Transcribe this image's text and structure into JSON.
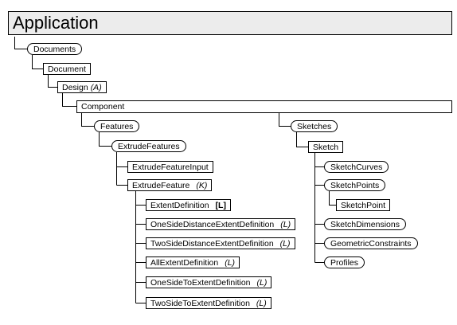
{
  "title": "Application",
  "nodes": {
    "application": {
      "label": "Application"
    },
    "documents": {
      "label": "Documents"
    },
    "document": {
      "label": "Document"
    },
    "design": {
      "label": "Design",
      "suffix": "(A)"
    },
    "component": {
      "label": "Component"
    },
    "features": {
      "label": "Features"
    },
    "extrude_features": {
      "label": "ExtrudeFeatures"
    },
    "extrude_feature_input": {
      "label": "ExtrudeFeatureInput"
    },
    "extrude_feature": {
      "label": "ExtrudeFeature",
      "suffix": "(K)"
    },
    "extent_definition": {
      "label": "ExtentDefinition",
      "suffix": "[L]"
    },
    "one_side_distance": {
      "label": "OneSideDistanceExtentDefinition",
      "suffix": "(L)"
    },
    "two_side_distance": {
      "label": "TwoSideDistanceExtentDefinition",
      "suffix": "(L)"
    },
    "all_extent": {
      "label": "AllExtentDefinition",
      "suffix": "(L)"
    },
    "one_side_to": {
      "label": "OneSideToExtentDefinition",
      "suffix": "(L)"
    },
    "two_side_to": {
      "label": "TwoSideToExtentDefinition",
      "suffix": "(L)"
    },
    "sketches": {
      "label": "Sketches"
    },
    "sketch": {
      "label": "Sketch"
    },
    "sketch_curves": {
      "label": "SketchCurves"
    },
    "sketch_points": {
      "label": "SketchPoints"
    },
    "sketch_point": {
      "label": "SketchPoint"
    },
    "sketch_dimensions": {
      "label": "SketchDimensions"
    },
    "geometric_constraints": {
      "label": "GeometricConstraints"
    },
    "profiles": {
      "label": "Profiles"
    }
  },
  "colors": {
    "header_fill": "#ececec",
    "node_fill": "#ffffff",
    "line": "#000000"
  }
}
